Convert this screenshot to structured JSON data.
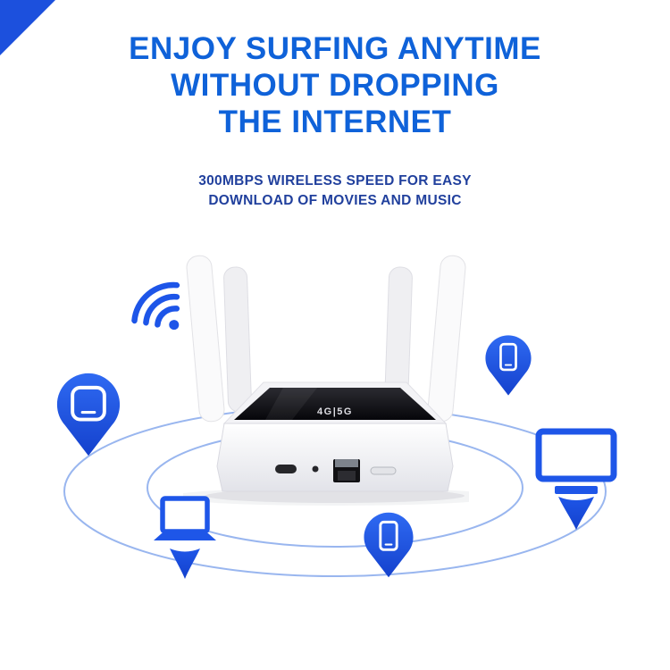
{
  "banner": {
    "headline": {
      "line1": "ENJOY SURFING ANYTIME",
      "line2": "WITHOUT DROPPING",
      "line3": "THE INTERNET"
    },
    "subtitle": {
      "line1": "300MBPS WIRELESS SPEED FOR EASY",
      "line2": "DOWNLOAD OF MOVIES AND MUSIC"
    }
  },
  "router": {
    "logo": "4G|5G"
  },
  "colors": {
    "headline_blue": "#0f62d9",
    "subtitle_navy": "#21409d",
    "pin_blue": "#1e56e8",
    "pin_blue_dark": "#1441cd",
    "orbit_blue": "#93b2ee",
    "triangle_blue": "#1c50dd",
    "wifi_blue": "#1d55e8"
  },
  "icons": {
    "corner": "triangle-accent",
    "signal": "wifi-signal",
    "pins": [
      "smart-device",
      "smartphone",
      "tv-monitor",
      "laptop",
      "smartphone"
    ]
  }
}
